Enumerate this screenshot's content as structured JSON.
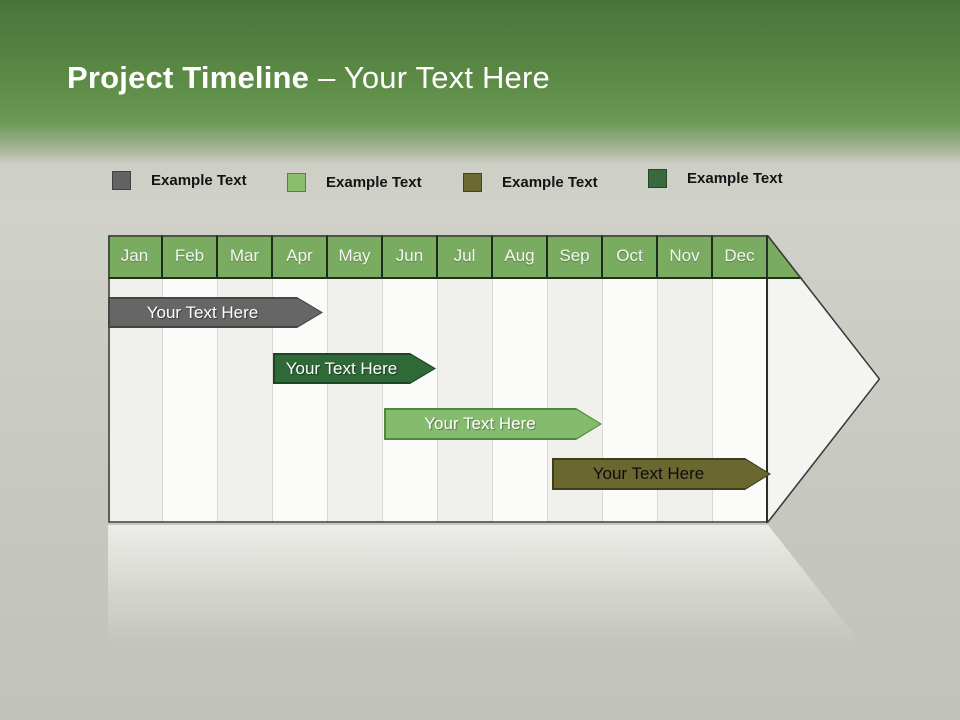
{
  "slide": {
    "title_bold": "Project Timeline",
    "title_rest": "– Your Text Here"
  },
  "legend": {
    "items": [
      {
        "label": "Example Text",
        "color": "#636363"
      },
      {
        "label": "Example Text",
        "color": "#8abd6e"
      },
      {
        "label": "Example Text",
        "color": "#6b6a33"
      },
      {
        "label": "Example Text",
        "color": "#3a683f"
      }
    ]
  },
  "timeline": {
    "months": [
      "Jan",
      "Feb",
      "Mar",
      "Apr",
      "May",
      "Jun",
      "Jul",
      "Aug",
      "Sep",
      "Oct",
      "Nov",
      "Dec"
    ],
    "header_color": "#79ab60",
    "bars": [
      {
        "label": "Your Text Here",
        "color": "#666666",
        "text_color": "#ffffff",
        "start_month": "Jan",
        "end_month": "Mar"
      },
      {
        "label": "Your Text Here",
        "color": "#2f6937",
        "text_color": "#ffffff",
        "start_month": "Apr",
        "end_month": "Jun"
      },
      {
        "label": "Your Text Here",
        "color": "#85bb6c",
        "text_color": "#ffffff",
        "start_month": "Jun",
        "end_month": "Sep"
      },
      {
        "label": "Your Text Here",
        "color": "#6b682f",
        "text_color": "#000000",
        "start_month": "Sep",
        "end_month": "Dec"
      }
    ]
  }
}
